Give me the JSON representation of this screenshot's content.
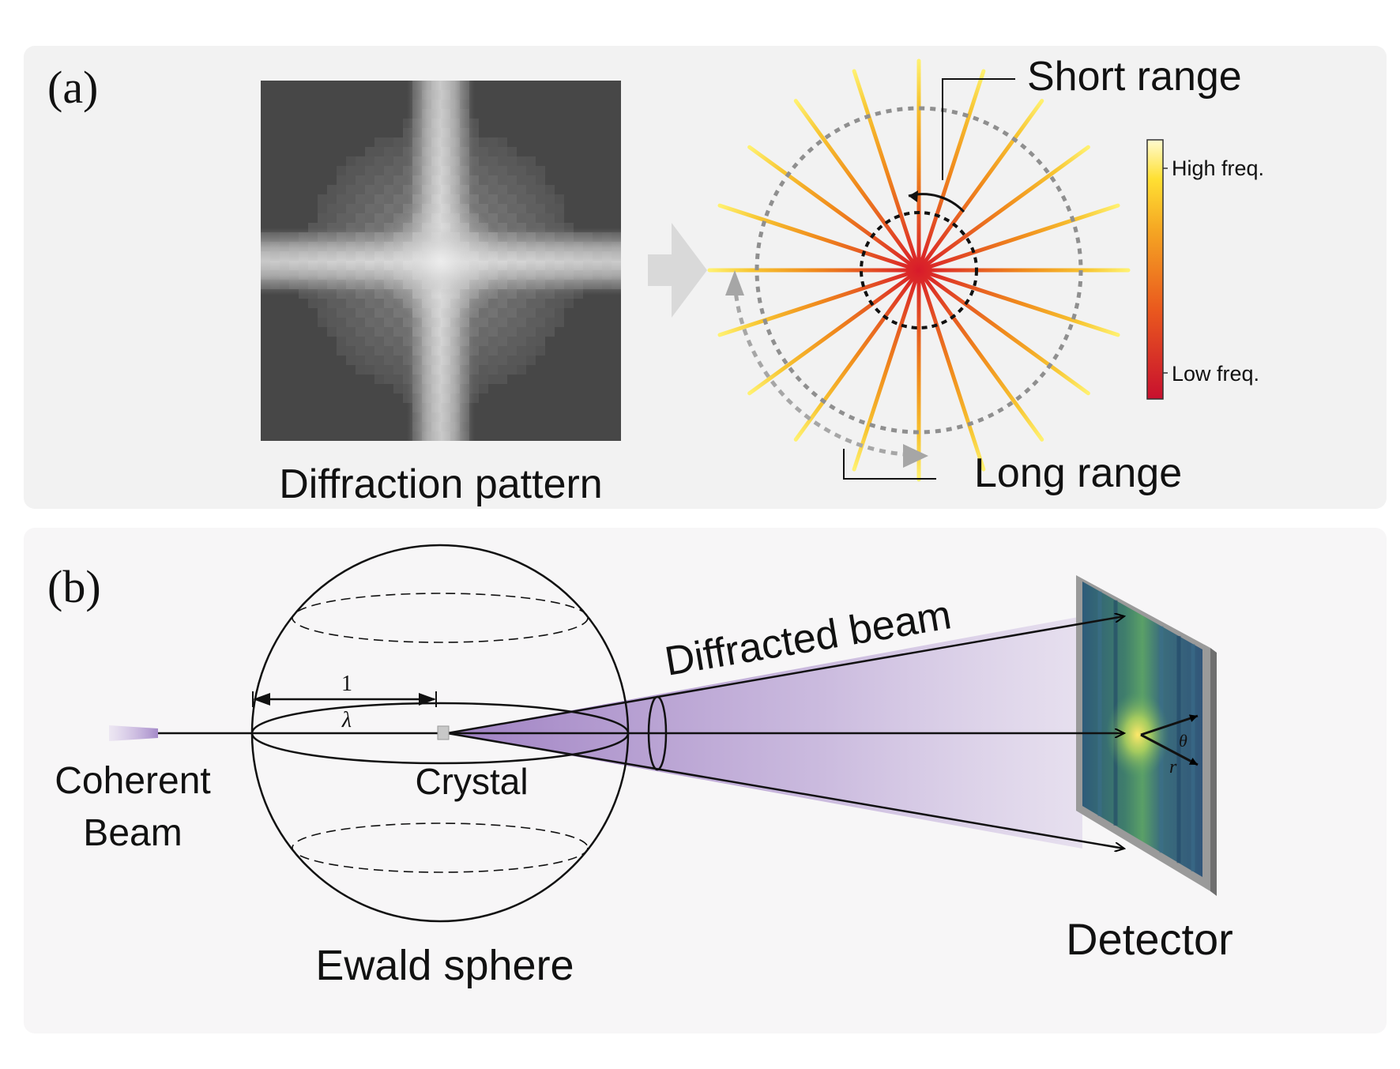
{
  "panel_a": {
    "label": "(a)",
    "diffraction_label": "Diffraction pattern",
    "short_range_label": "Short range",
    "long_range_label": "Long range",
    "colorbar": {
      "high_label": "High freq.",
      "low_label": "Low freq."
    }
  },
  "panel_b": {
    "label": "(b)",
    "beam_label_line1": "Coherent",
    "beam_label_line2": "Beam",
    "crystal_label": "Crystal",
    "ewald_label": "Ewald sphere",
    "diffracted_label": "Diffracted beam",
    "detector_label": "Detector",
    "fraction_num": "1",
    "fraction_den": "λ",
    "theta_symbol": "θ",
    "r_symbol": "r"
  },
  "colors": {
    "panel_bg": "#f2f2f2",
    "pattern_bg": "#474747",
    "ray_low": "#d81b2a",
    "ray_mid": "#f08a1c",
    "ray_high": "#fff170",
    "beam_purple": "#b79fd1",
    "detector_frame": "#8c8c8c"
  },
  "icons": [
    "right-arrow-icon",
    "curved-arrow-icon",
    "arrowhead-icon"
  ]
}
